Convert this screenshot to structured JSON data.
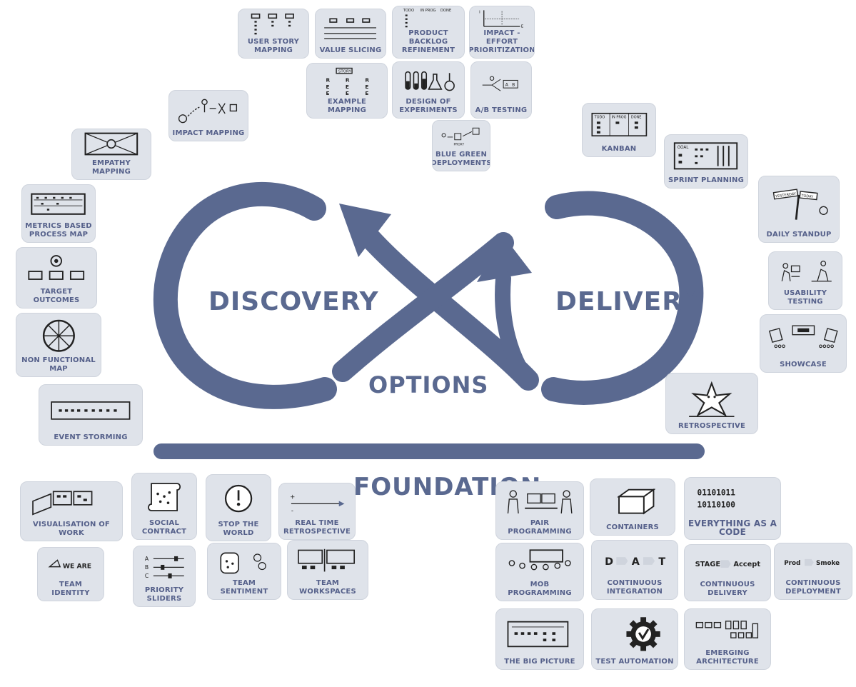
{
  "center": {
    "discovery": "Discovery",
    "delivery": "Delivery",
    "options": "Options",
    "foundation": "Foundation"
  },
  "colors": {
    "accent": "#5a6990",
    "card": "#dfe3ea",
    "text": "#55608a"
  },
  "cards": {
    "user_story_mapping": "User Story Mapping",
    "value_slicing": "Value Slicing",
    "product_backlog_refinement": "Product Backlog Refinement",
    "impact_effort_prioritization": "Impact - Effort Prioritization",
    "example_mapping": "Example Mapping",
    "design_of_experiments": "Design of Experiments",
    "ab_testing": "A/B Testing",
    "blue_green_deployments": "Blue Green Deployments",
    "impact_mapping": "Impact Mapping",
    "empathy_mapping": "Empathy Mapping",
    "metrics_based_process_map": "Metrics Based Process Map",
    "target_outcomes": "Target Outcomes",
    "non_functional_map": "Non Functional Map",
    "event_storming": "Event Storming",
    "kanban": "Kanban",
    "sprint_planning": "Sprint Planning",
    "daily_standup": "Daily Standup",
    "usability_testing": "Usability Testing",
    "showcase": "Showcase",
    "retrospective": "Retrospective",
    "visualisation_of_work": "Visualisation of Work",
    "social_contract": "Social Contract",
    "stop_the_world": "Stop the World",
    "real_time_retrospective": "Real Time Retrospective",
    "team_identity": "Team Identity",
    "priority_sliders": "Priority Sliders",
    "team_sentiment": "Team Sentiment",
    "team_workspaces": "Team Workspaces",
    "pair_programming": "Pair Programming",
    "containers": "Containers",
    "everything_as_code": "Everything as a Code",
    "mob_programming": "Mob Programming",
    "continuous_integration": "Continuous Integration",
    "continuous_delivery": "Continuous Delivery",
    "continuous_deployment": "Continuous Deployment",
    "the_big_picture": "The Big Picture",
    "test_automation": "Test Automation",
    "emerging_architecture": "Emerging Architecture"
  },
  "icon_text": {
    "pbr_todo": "TODO",
    "pbr_inprog": "IN PROG",
    "pbr_done": "DONE",
    "impact_axis_i": "I",
    "impact_axis_e": "E",
    "story_tag": "STORY",
    "ab_a": "A",
    "ab_b": "B",
    "proxy": "PROXY",
    "kanban_todo": "TODO",
    "kanban_inprog": "IN PROG",
    "kanban_done": "DONE",
    "sprint_goal": "GOAL",
    "standup_yesterday": "YESTERDAY",
    "standup_today": "TODAY",
    "team_identity_name": "WE ARE",
    "slider_a": "A",
    "slider_b": "B",
    "slider_c": "C",
    "binary_row1": "01101011",
    "binary_row2": "10110100",
    "ci_d": "D",
    "ci_a": "A",
    "ci_t": "T",
    "cd_stage": "STAGE",
    "cd_accept": "Accept",
    "cdep_prod": "Prod",
    "cdep_smoke": "Smoke"
  }
}
